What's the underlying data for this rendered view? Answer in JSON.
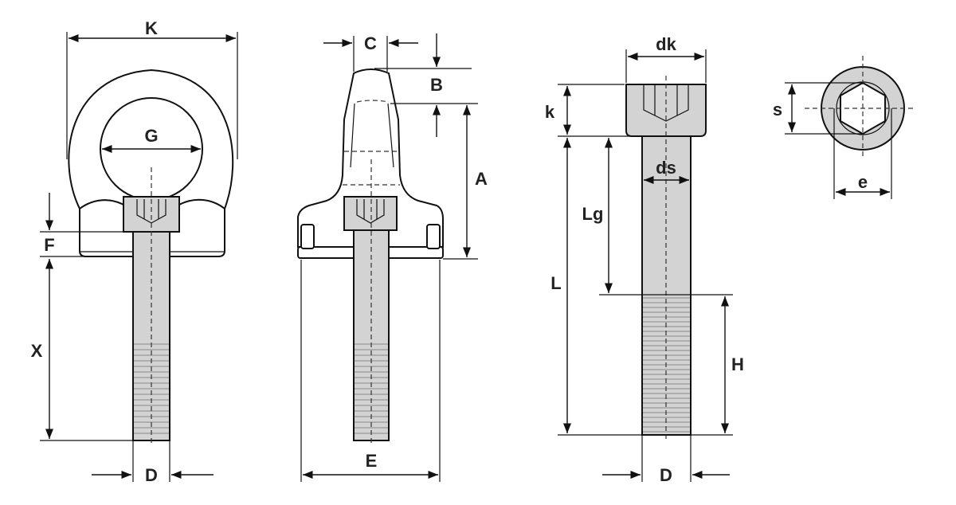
{
  "labels": {
    "K": "K",
    "G": "G",
    "F": "F",
    "X": "X",
    "D_left": "D",
    "C": "C",
    "B": "B",
    "A": "A",
    "E": "E",
    "dk": "dk",
    "k": "k",
    "ds": "ds",
    "Lg": "Lg",
    "L": "L",
    "H": "H",
    "D_right": "D",
    "s": "s",
    "e": "e"
  },
  "colors": {
    "part_fill": "#d3d3d3",
    "line": "#111111"
  }
}
